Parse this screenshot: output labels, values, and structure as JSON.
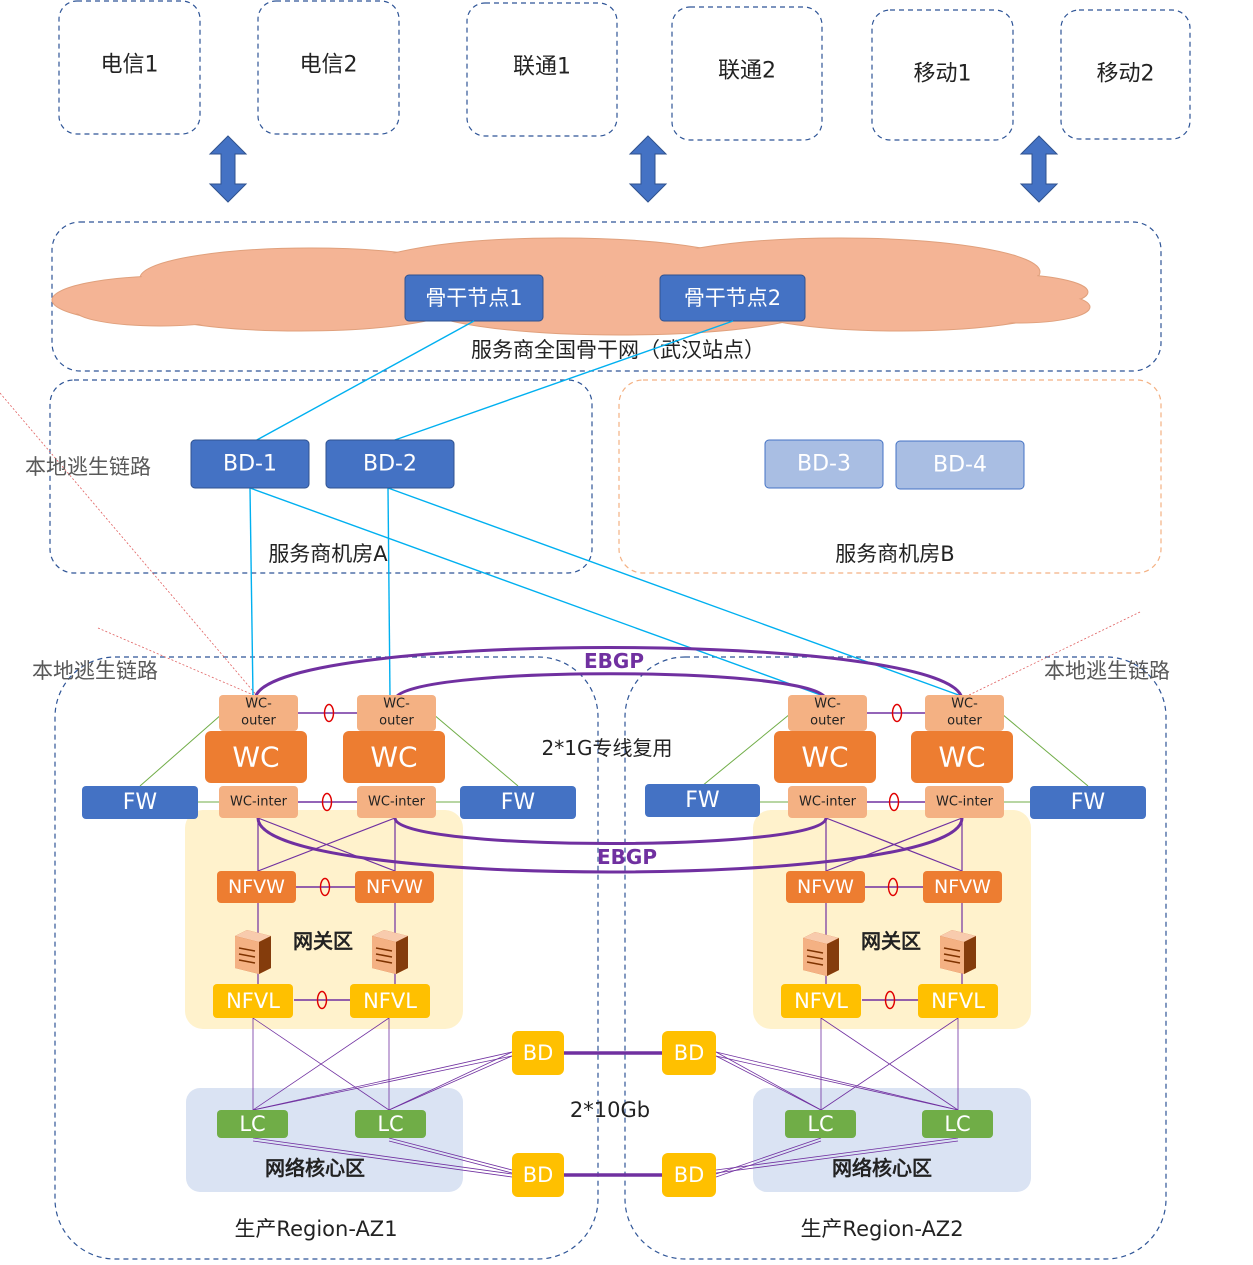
{
  "colors": {
    "blue_node": "#4472C4",
    "blue_light": "#A9BEE3",
    "orange": "#ED7D31",
    "salmon": "#F4B183",
    "yellow": "#FFC000",
    "green": "#70AD47",
    "cloud": "#F4B495",
    "gateway_bg": "#FFF2CC",
    "core_bg": "#DAE3F3",
    "purple": "#7030A0",
    "cyan": "#00B0F0"
  },
  "carriers": [
    "电信1",
    "电信2",
    "联通1",
    "联通2",
    "移动1",
    "移动2"
  ],
  "backbone": {
    "node1": "骨干节点1",
    "node2": "骨干节点2",
    "label": "服务商全国骨干网（武汉站点）"
  },
  "room_a": {
    "label": "服务商机房A",
    "bd1": "BD-1",
    "bd2": "BD-2"
  },
  "room_b": {
    "label": "服务商机房B",
    "bd3": "BD-3",
    "bd4": "BD-4"
  },
  "escape_label": "本地逃生链路",
  "ebgp": "EBGP",
  "line_multiplex": "2*1G专线复用",
  "line_10gb": "2*10Gb",
  "wc_outer": [
    "WC-",
    "outer"
  ],
  "wc": "WC",
  "wc_inter": "WC-inter",
  "fw": "FW",
  "nfvw": "NFVW",
  "nfvl": "NFVL",
  "gateway_zone": "网关区",
  "core_zone": "网络核心区",
  "lc": "LC",
  "bd": "BD",
  "az1": "生产Region-AZ1",
  "az2": "生产Region-AZ2"
}
